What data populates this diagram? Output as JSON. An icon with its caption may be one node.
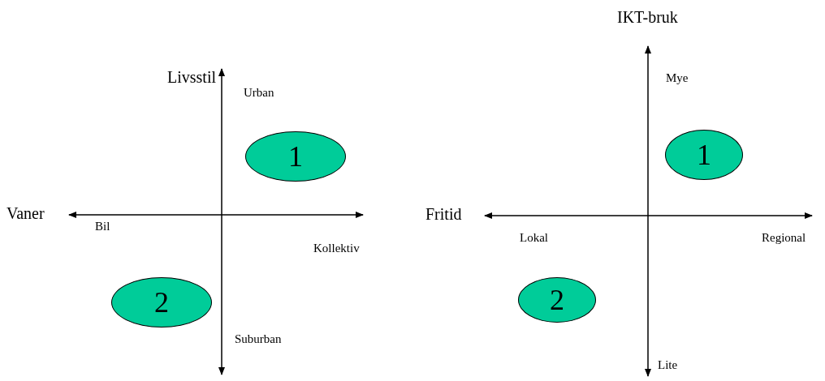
{
  "diagram": {
    "nodes": [
      {
        "text": [
          "1"
        ]
      },
      {
        "text": [
          "2"
        ]
      },
      {
        "text": [
          "1"
        ]
      },
      {
        "text": [
          "2"
        ]
      }
    ],
    "labels": [
      "IKT-bruk",
      "Livsstil",
      "Urban",
      "Mye",
      "Vaner",
      "Bil",
      "Fritid",
      "Kollektiv",
      "Lokal",
      "Regional",
      "Suburban",
      "Lite"
    ]
  }
}
